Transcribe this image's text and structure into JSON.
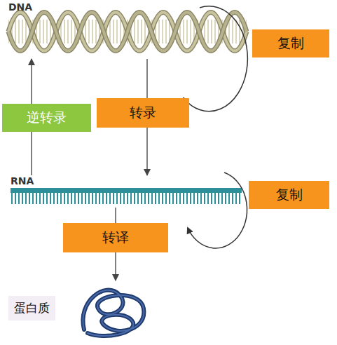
{
  "diagram": {
    "nodes": [
      {
        "text": [
          "DNA"
        ]
      },
      {
        "text": [
          "复制"
        ]
      },
      {
        "text": [
          "逆转录"
        ]
      },
      {
        "text": [
          "转录"
        ]
      },
      {
        "text": [
          "RNA"
        ]
      },
      {
        "text": [
          "复制"
        ]
      },
      {
        "text": [
          "转译"
        ]
      },
      {
        "text": [
          "蛋白质"
        ]
      }
    ],
    "edges": [
      {
        "from": 0,
        "to": 4,
        "arrow": "to"
      },
      {
        "from": 4,
        "to": 0,
        "arrow": "to"
      },
      {
        "from": 4,
        "to": 7,
        "arrow": "to"
      }
    ]
  }
}
